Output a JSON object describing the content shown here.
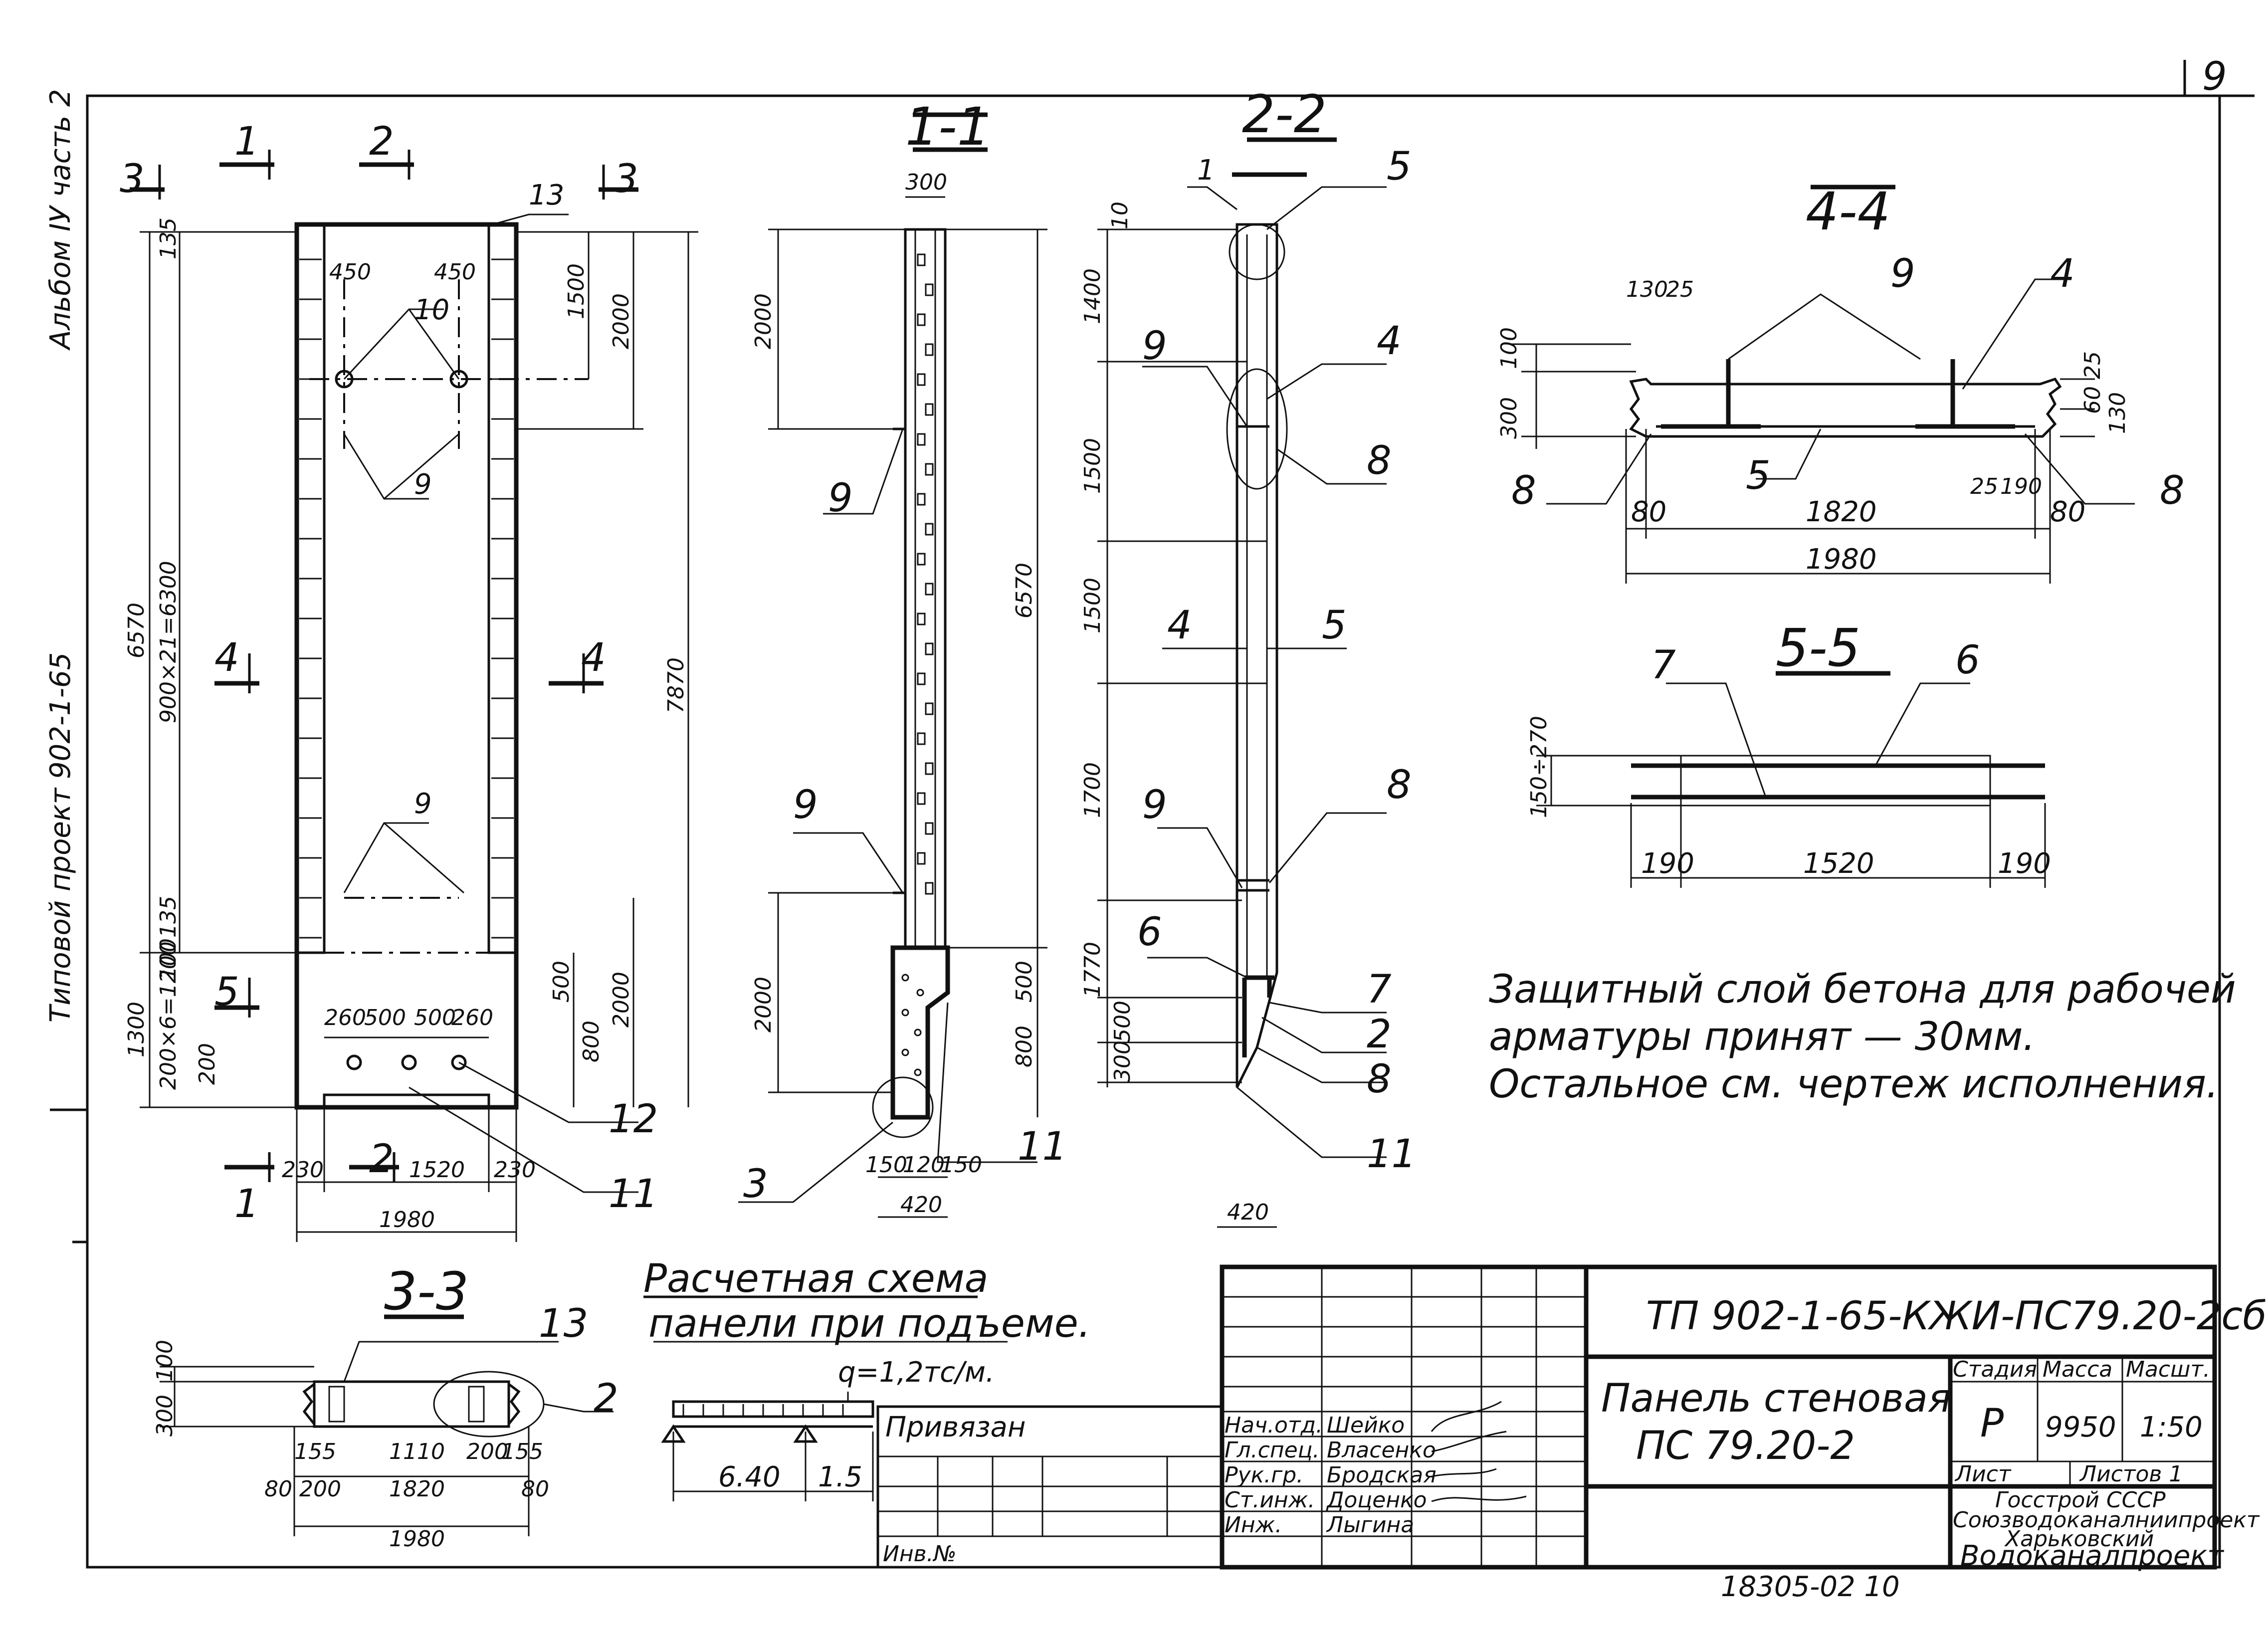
{
  "page_number": "9",
  "side_labels": {
    "album": "Альбом IУ часть 2",
    "project": "Типовой проект 902-1-65"
  },
  "main_view": {
    "cut_marks": [
      "3",
      "1",
      "2",
      "3",
      "4",
      "4",
      "5",
      "1",
      "2"
    ],
    "dims_left": [
      "135",
      "6570",
      "900×21=6300",
      "135",
      "1300",
      "100",
      "200×6=1200",
      "200"
    ],
    "dims_right": [
      "1500",
      "2000",
      "7870",
      "500",
      "2000",
      "800"
    ],
    "dims_top": [
      "450",
      "450"
    ],
    "dims_bottom": [
      "230",
      "1520",
      "230",
      "1980"
    ],
    "dims_inner": [
      "260",
      "500",
      "500",
      "260"
    ],
    "callouts": [
      "13",
      "10",
      "9",
      "9",
      "12",
      "11"
    ]
  },
  "section_1_1": {
    "title": "1-1",
    "dims": [
      "300",
      "2000",
      "6570",
      "2000",
      "500",
      "800",
      "150",
      "120",
      "150",
      "420"
    ],
    "callouts": [
      "9",
      "9",
      "3",
      "11"
    ]
  },
  "section_2_2": {
    "title": "2-2",
    "dims": [
      "10",
      "1400",
      "1500",
      "1500",
      "1700",
      "1770",
      "500",
      "300",
      "420"
    ],
    "callouts": [
      "1",
      "5",
      "9",
      "4",
      "8",
      "4",
      "5",
      "9",
      "8",
      "6",
      "7",
      "2",
      "8",
      "11"
    ]
  },
  "section_4_4": {
    "title": "4-4",
    "dims": [
      "130",
      "25",
      "100",
      "300",
      "25",
      "60",
      "130",
      "25",
      "190",
      "80",
      "1820",
      "80",
      "1980"
    ],
    "callouts": [
      "9",
      "4",
      "8",
      "5",
      "8"
    ]
  },
  "section_5_5": {
    "title": "5-5",
    "dims": [
      "150÷270",
      "190",
      "1520",
      "190"
    ],
    "callouts": [
      "7",
      "6"
    ]
  },
  "section_3_3": {
    "title": "3-3",
    "dims": [
      "100",
      "300",
      "155",
      "1110",
      "200",
      "155",
      "80",
      "200",
      "1820",
      "80",
      "1980"
    ],
    "callouts": [
      "13",
      "2"
    ]
  },
  "scheme": {
    "title_line1": "Расчетная схема",
    "title_line2": "панели при подъеме.",
    "load": "q=1,2тс/м.",
    "span1": "6.40",
    "span2": "1.5"
  },
  "notes": [
    "Защитный слой бетона для рабочей",
    "арматуры принят — 30мм.",
    "Остальное см. чертеж исполнения."
  ],
  "title_block": {
    "code": "ТП 902-1-65-КЖИ-ПС79.20-2сб",
    "name_line1": "Панель стеновая",
    "name_line2": "ПС 79.20-2",
    "hdr_stage": "Стадия",
    "hdr_mass": "Масса",
    "hdr_scale": "Масшт.",
    "stage": "Р",
    "mass": "9950",
    "scale": "1:50",
    "sheet": "Лист",
    "sheets": "Листов 1",
    "privyazan": "Привязан",
    "inv": "Инв.№",
    "roles": [
      "Нач.отд.",
      "Гл.спец.",
      "Рук.гр.",
      "Ст.инж.",
      "Инж."
    ],
    "people": [
      "Шейко",
      "Власенко",
      "Бродская",
      "Доценко",
      "Лыгина"
    ],
    "org1": "Госстрой СССР",
    "org2": "Союзводоканалниипроект",
    "org3": "Харьковский",
    "org4": "Водоканалпроект"
  },
  "footer_number": "18305-02  10"
}
